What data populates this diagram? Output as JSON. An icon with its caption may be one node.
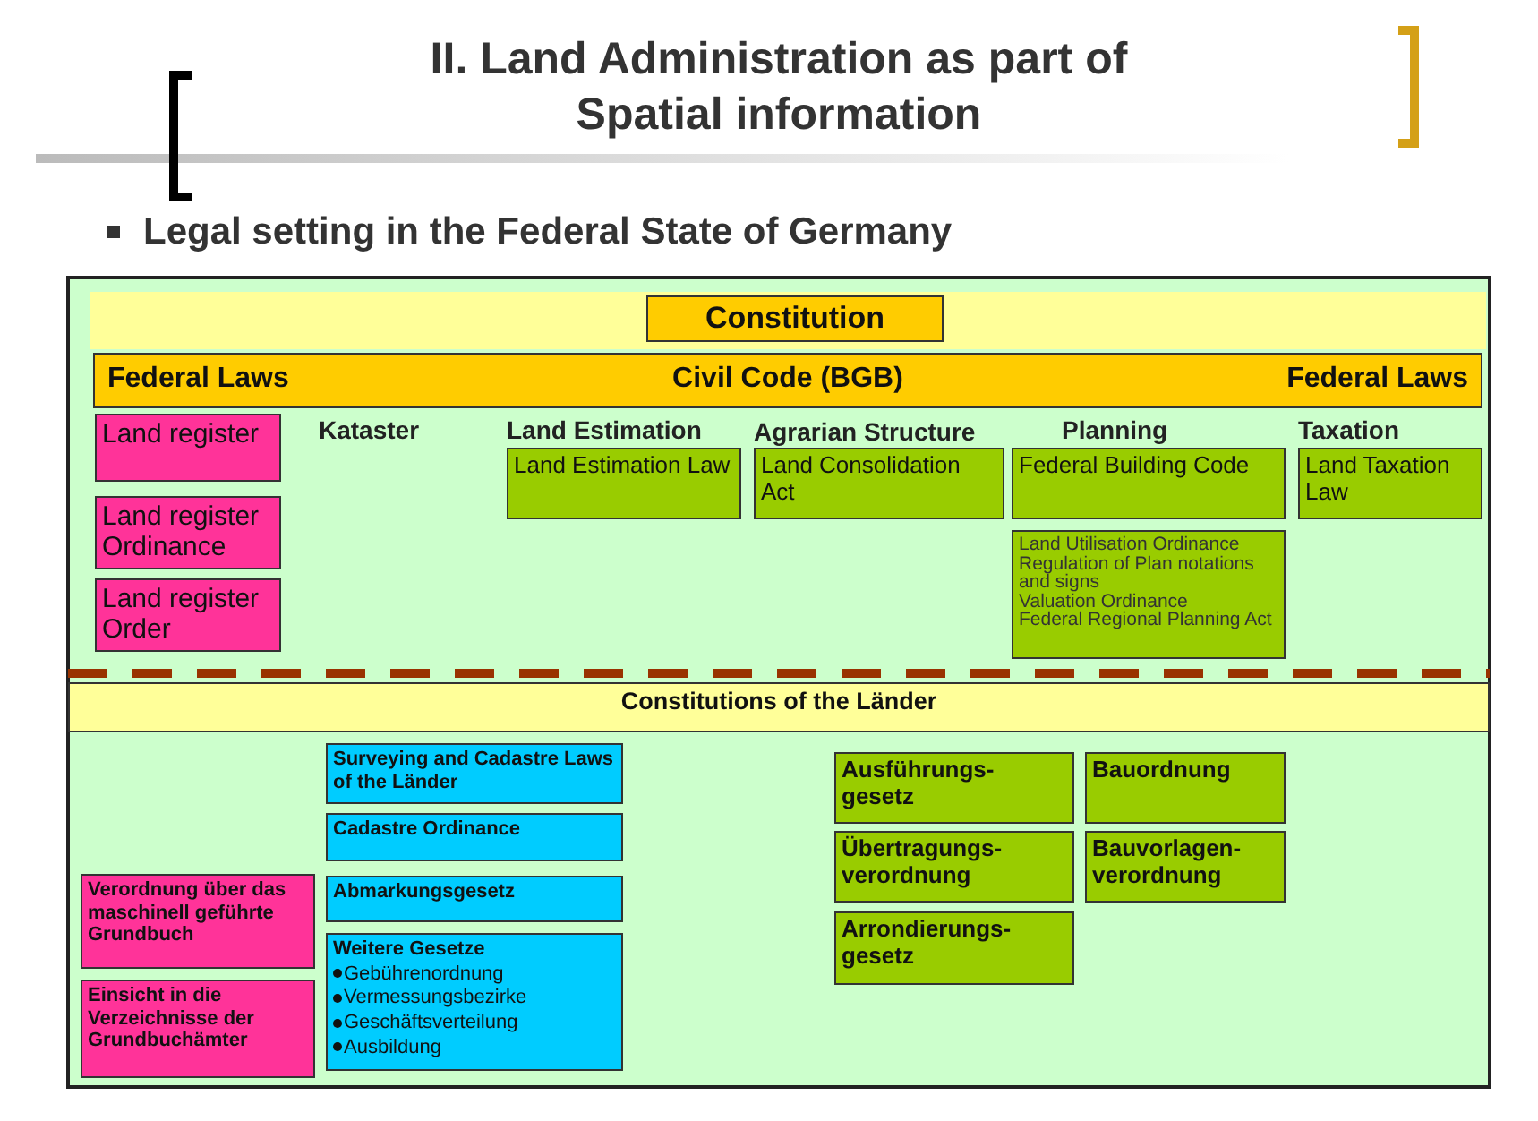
{
  "diagram": {
    "title": "II. Land Administration as part of Spatial information",
    "nodes": [
      {
        "text": [
          "Constitution"
        ]
      },
      {
        "text": [
          "Federal Laws",
          "Civil Code (BGB)",
          "Federal Laws"
        ]
      },
      {
        "text": [
          "Land register"
        ]
      },
      {
        "text": [
          "Land register Ordinance"
        ]
      },
      {
        "text": [
          "Land register Order"
        ]
      },
      {
        "text": [
          "Land Estimation Law"
        ],
        "beside": [
          "Land Estimation"
        ]
      },
      {
        "text": [
          "Land Consolidation Act"
        ],
        "beside": [
          "Agrarian Structure"
        ]
      },
      {
        "text": [
          "Federal Building Code"
        ],
        "beside": [
          "Planning"
        ]
      },
      {
        "text": [
          "Land Taxation Law"
        ],
        "beside": [
          "Taxation"
        ]
      },
      {
        "text": [
          "Land Utilisation Ordinance",
          "Regulation of Plan notations and signs",
          "Valuation Ordinance",
          "Federal Regional Planning Act"
        ]
      },
      {
        "text": [
          "Constitutions of the Länder"
        ]
      },
      {
        "text": [
          "Surveying and Cadastre Laws of the Länder"
        ]
      },
      {
        "text": [
          "Cadastre Ordinance"
        ]
      },
      {
        "text": [
          "Ausführungs- gesetz"
        ]
      },
      {
        "text": [
          "Bauordnung"
        ]
      },
      {
        "text": [
          "Übertragungs- verordnung"
        ]
      },
      {
        "text": [
          "Bauvorlagen- verordnung"
        ]
      },
      {
        "text": [
          "Verordnung über das maschinell geführte Grundbuch"
        ]
      },
      {
        "text": [
          "Abmarkungsgesetz"
        ]
      },
      {
        "text": [
          "Arrondierungs- gesetz"
        ]
      },
      {
        "text": [
          "Einsicht in die Verzeichnisse der Grundbuchämter"
        ]
      },
      {
        "text": [
          "Weitere Gesetze",
          "Gebührenordnung",
          "Vermessungsbezirke",
          "Geschäftsverteilung",
          "Ausbildung"
        ]
      }
    ],
    "edges": [],
    "labels": [
      "Legal setting in the Federal State of Germany",
      "Kataster"
    ]
  }
}
